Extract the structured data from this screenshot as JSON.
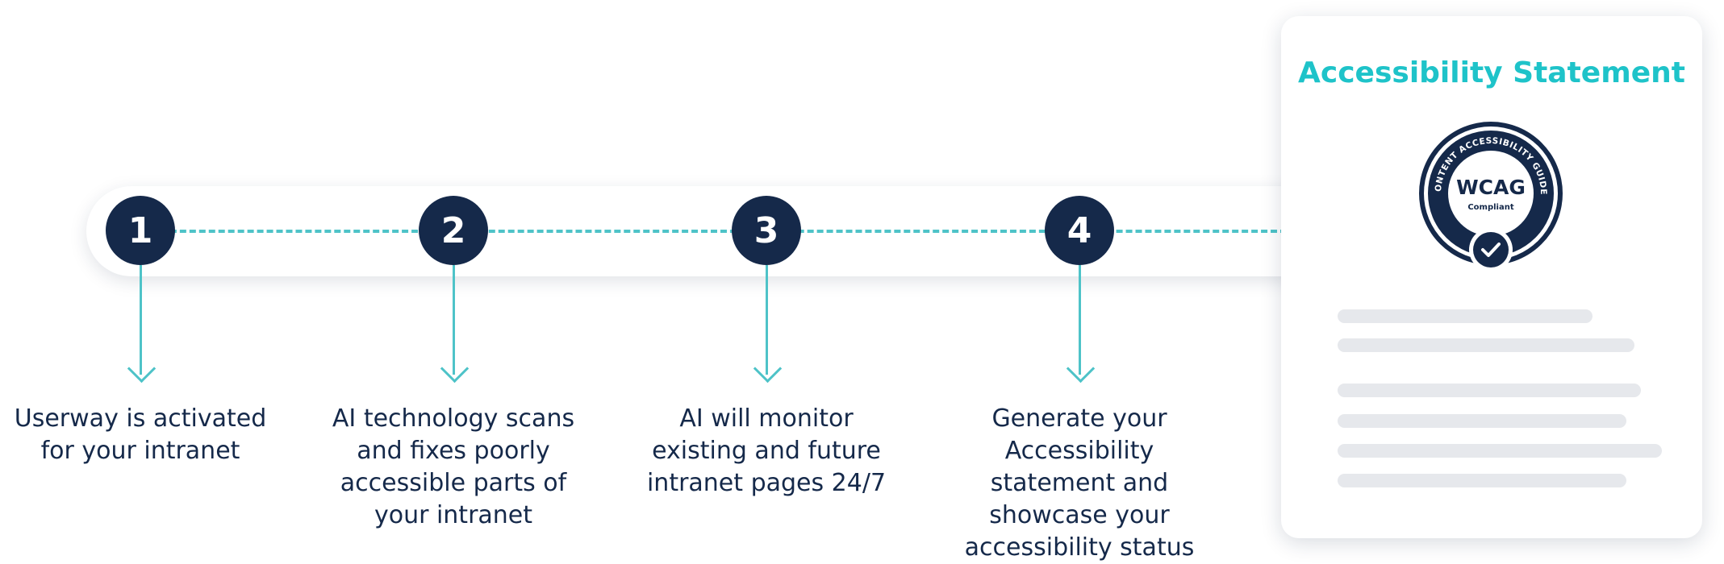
{
  "steps": [
    {
      "number": "1",
      "text": "Userway is activated for your intranet"
    },
    {
      "number": "2",
      "text": "AI technology scans and fixes poorly accessible parts of your intranet"
    },
    {
      "number": "3",
      "text": "AI will monitor existing and future intranet pages 24/7"
    },
    {
      "number": "4",
      "text": "Generate your Accessibility statement and showcase your accessibility status"
    }
  ],
  "card": {
    "title": "Accessibility Statement",
    "badge": {
      "main": "WCAG",
      "sub": "Compliant",
      "ring": "WEB CONTENT ACCESSIBILITY GUIDELINES"
    }
  },
  "colors": {
    "navy": "#15294a",
    "teal": "#4ec3c8",
    "title_teal": "#1ec3c9",
    "placeholder": "#e6e8ec"
  }
}
